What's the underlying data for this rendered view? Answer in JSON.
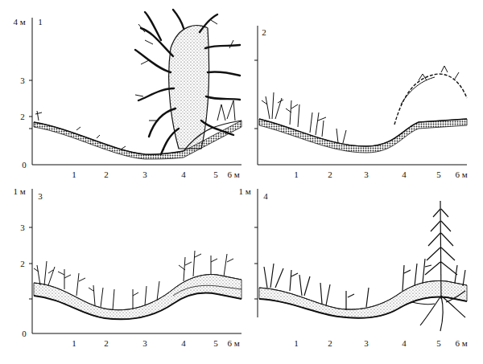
{
  "diagram": {
    "labels": [
      "4 м",
      "1",
      "3",
      "2",
      "0",
      "1",
      "2",
      "3",
      "4",
      "5",
      "6 м",
      "2",
      "1",
      "2",
      "3",
      "4",
      "5",
      "6 м",
      "1 м",
      "3",
      "3",
      "2",
      "0",
      "1",
      "2",
      "3",
      "4",
      "5",
      "6 м",
      "1 м",
      "4",
      "1",
      "2",
      "3",
      "4",
      "5",
      "6 м"
    ]
  }
}
